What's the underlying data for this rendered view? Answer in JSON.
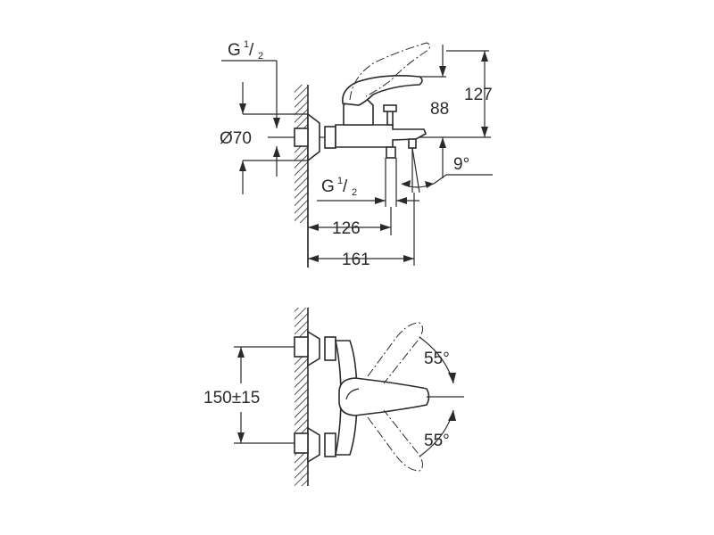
{
  "side_view": {
    "thread_top": {
      "base": "G",
      "num": "1",
      "den": "2"
    },
    "thread_bottom": {
      "base": "G",
      "num": "1",
      "den": "2"
    },
    "diameter": "Ø70",
    "dim_88": "88",
    "dim_127": "127",
    "angle_spout": "9°",
    "dim_126": "126",
    "dim_161": "161"
  },
  "top_view": {
    "spacing": "150±15",
    "angle_upper": "55°",
    "angle_lower": "55°"
  }
}
